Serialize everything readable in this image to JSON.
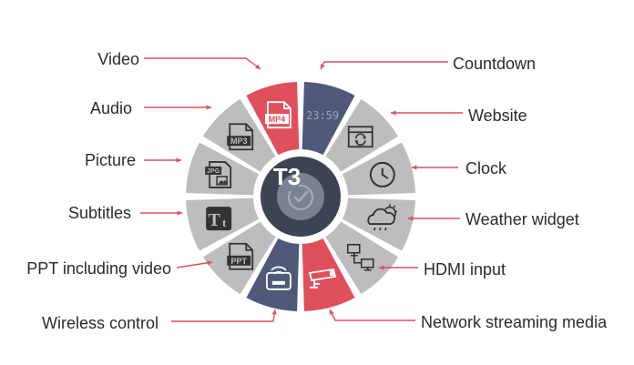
{
  "hub": {
    "title": "T3"
  },
  "colors": {
    "gray": "#bdbdbd",
    "red": "#e0505c",
    "navy": "#4e5a78",
    "hub_outer": "#3d4352",
    "hub_inner": "#7b8190",
    "line": "#e0505c",
    "icon": "#333333"
  },
  "left_labels": [
    {
      "text": "Video",
      "icon": "mp4-icon"
    },
    {
      "text": "Audio",
      "icon": "mp3-icon"
    },
    {
      "text": "Picture",
      "icon": "jpg-icon"
    },
    {
      "text": "Subtitles",
      "icon": "text-icon"
    },
    {
      "text": "PPT including video",
      "icon": "ppt-icon"
    },
    {
      "text": "Wireless control",
      "icon": "wireless-icon"
    }
  ],
  "right_labels": [
    {
      "text": "Countdown",
      "icon": "countdown-icon"
    },
    {
      "text": "Website",
      "icon": "website-icon"
    },
    {
      "text": "Clock",
      "icon": "clock-icon"
    },
    {
      "text": "Weather widget",
      "icon": "weather-icon"
    },
    {
      "text": "HDMI input",
      "icon": "hdmi-icon"
    },
    {
      "text": "Network streaming media",
      "icon": "camera-icon"
    }
  ],
  "icon_text": {
    "mp4": "MP4",
    "mp3": "MP3",
    "jpg": "JPG",
    "ppt": "PPT",
    "countdown": "23:59"
  }
}
